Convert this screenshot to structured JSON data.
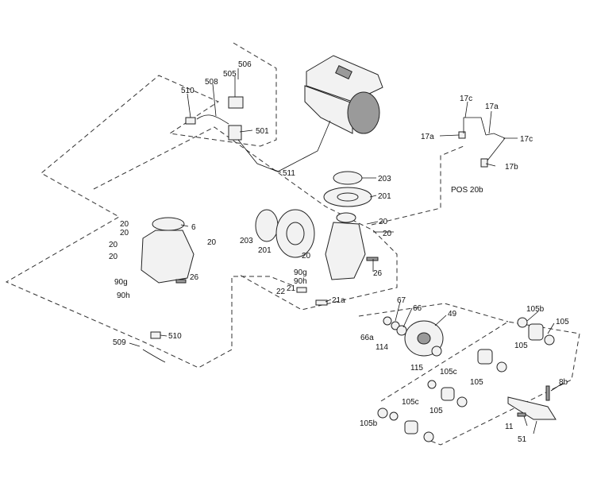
{
  "diagram": {
    "labels": {
      "l510a": "510",
      "l508": "508",
      "l505": "505",
      "l506": "506",
      "l501": "501",
      "l511": "511",
      "l17c_a": "17c",
      "l17a_a": "17a",
      "l17a_b": "17a",
      "l17c_b": "17c",
      "l17b": "17b",
      "lpos20b": "POS 20b",
      "l203a": "203",
      "l201a": "201",
      "l20_a": "20",
      "l20_b": "20",
      "l6": "6",
      "l20_c": "20",
      "l20_d": "20",
      "l20_e": "20",
      "l90g_a": "90g",
      "l26_a": "26",
      "l90h_a": "90h",
      "l203b": "203",
      "l201b": "201",
      "l20_f": "20",
      "l20_g": "20",
      "l20_h": "20",
      "l90g_b": "90g",
      "l90h_b": "90h",
      "l26_b": "26",
      "l22": "22",
      "l21": "21",
      "l21a": "21a",
      "l67": "67",
      "l66": "66",
      "l66a": "66a",
      "l49": "49",
      "l114": "114",
      "l115": "115",
      "l105b_a": "105b",
      "l105_a": "105",
      "l105_b": "105",
      "l105c_a": "105c",
      "l105_c": "105",
      "l105c_b": "105c",
      "l105_d": "105",
      "l105b_b": "105b",
      "l8b": "8b",
      "l11": "11",
      "l51": "51",
      "l509": "509",
      "l510b": "510"
    }
  }
}
